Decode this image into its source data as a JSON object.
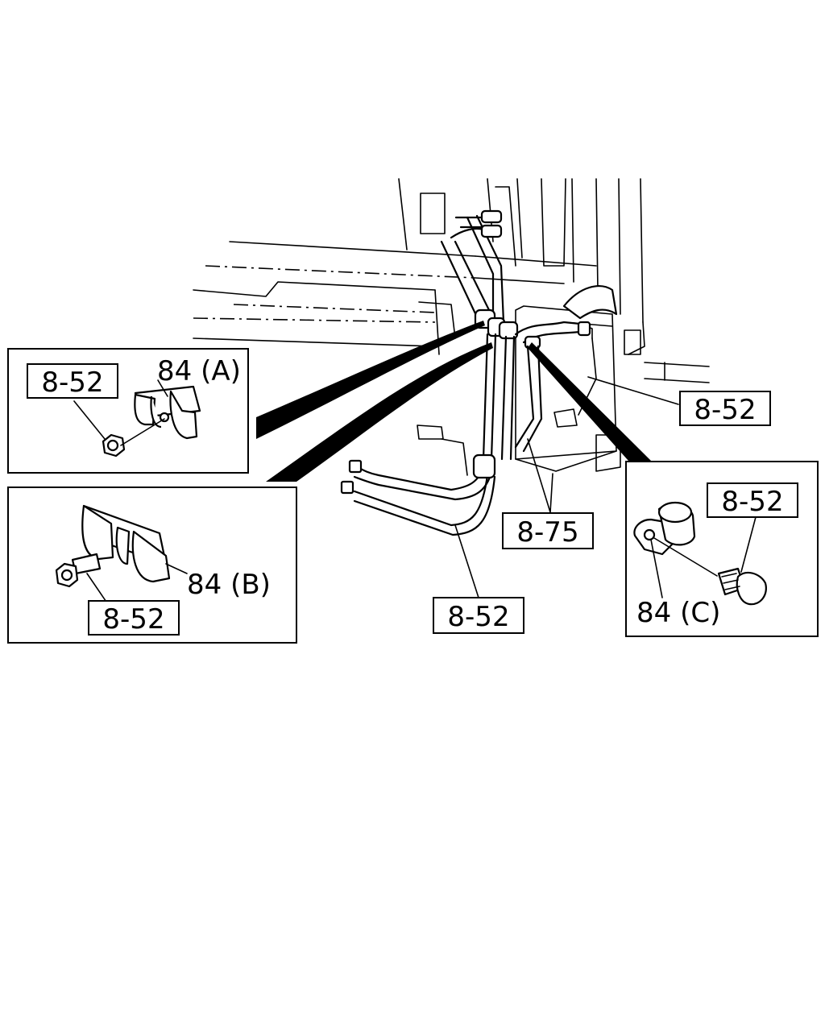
{
  "callouts": {
    "left_top_ref": "8-52",
    "left_top_part": "84 (A)",
    "left_bottom_part": "84 (B)",
    "left_bottom_ref": "8-52",
    "main_right_ref": "8-52",
    "main_center_ref": "8-75",
    "main_bottom_ref": "8-52",
    "right_ref": "8-52",
    "right_part": "84 (C)"
  }
}
